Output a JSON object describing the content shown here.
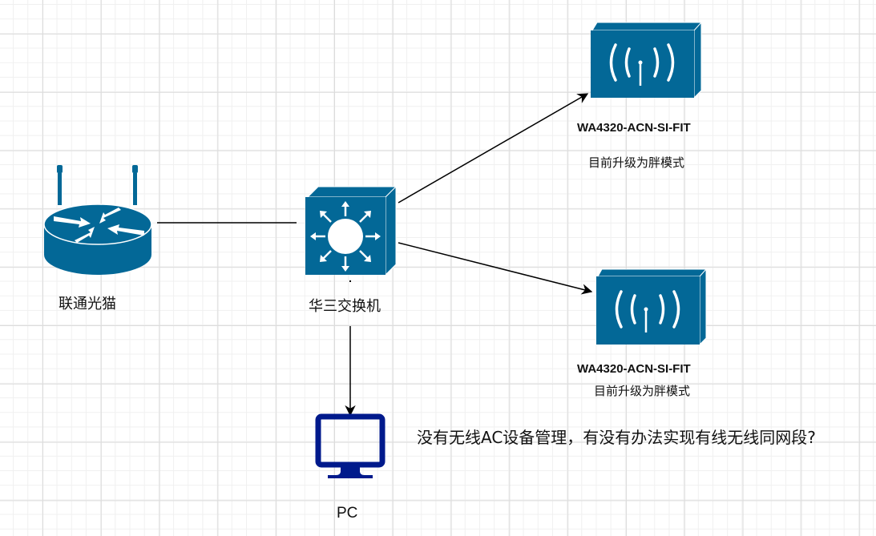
{
  "diagram": {
    "nodes": {
      "modem": {
        "label": "联通光猫",
        "icon": "router-icon"
      },
      "switch": {
        "label": "华三交换机",
        "icon": "l3-switch-icon"
      },
      "ap1": {
        "model": "WA4320-ACN-SI-FIT",
        "note": "目前升级为胖模式",
        "icon": "wireless-ap-icon"
      },
      "ap2": {
        "model": "WA4320-ACN-SI-FIT",
        "note": "目前升级为胖模式",
        "icon": "wireless-ap-icon"
      },
      "pc": {
        "label": "PC",
        "icon": "monitor-icon"
      }
    },
    "edges": [
      {
        "from": "modem",
        "to": "switch",
        "arrow": false
      },
      {
        "from": "switch",
        "to": "ap1",
        "arrow": true
      },
      {
        "from": "switch",
        "to": "ap2",
        "arrow": true
      },
      {
        "from": "switch",
        "to": "pc",
        "arrow": true
      }
    ],
    "question": "没有无线AC设备管理，有没有办法实现有线无线同网段?",
    "colors": {
      "device": "#036897",
      "pc": "#001a8c",
      "line": "#000000"
    }
  }
}
